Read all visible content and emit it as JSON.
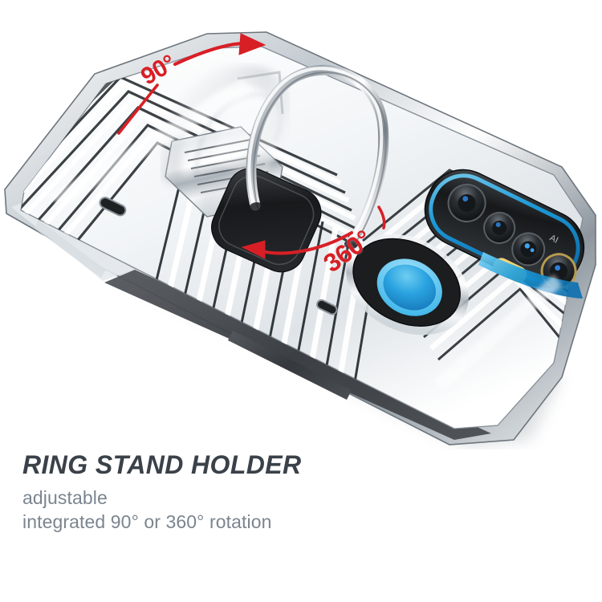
{
  "image": {
    "subject": "armor phone case with integrated ring stand holder",
    "view": "angled three-quarter product render on white background",
    "background_color": "#ffffff"
  },
  "annotations": {
    "accent_color": "#d81f26",
    "items": [
      {
        "label": "90°",
        "name": "rotation-90-label",
        "arrow": "straight-arrow-up-right"
      },
      {
        "label": "360°",
        "name": "rotation-360-label",
        "arrow": "curved-arrow-left"
      }
    ]
  },
  "caption": {
    "headline": "RING STAND HOLDER",
    "line1": "adjustable",
    "line2": "integrated 90° or 360° rotation",
    "headline_color": "#3a4149",
    "sub_color": "#7b858f"
  },
  "product": {
    "case_color": "#c9ced3",
    "chrome_highlight": "#ffffff",
    "rubber_color": "#3c3f43",
    "ring_color": "#d5dade",
    "ring_base_color": "#1d1f21",
    "sensor_ring_color": "#2196d4",
    "camera_accent_color": "#1b9ede",
    "flash_color": "#f2d37a",
    "camera_lens_count": 4,
    "camera_label": "AI"
  }
}
